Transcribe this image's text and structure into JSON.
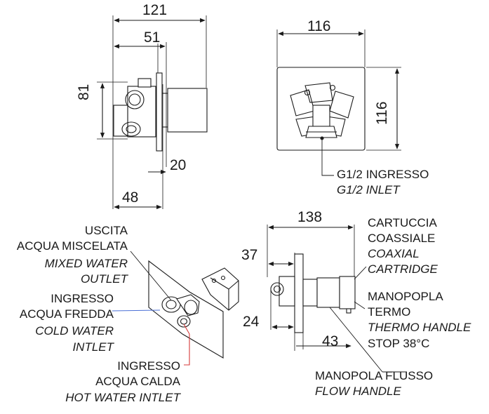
{
  "dimensions": {
    "side_total_width": "121",
    "side_body_width": "51",
    "side_height": "81",
    "side_plate_offset": "20",
    "side_depth": "48",
    "front_width": "116",
    "front_height": "116",
    "install_total_width": "138",
    "install_wall_offset": "37",
    "install_height": "24",
    "install_handle": "43"
  },
  "labels": {
    "inlet": {
      "it": "G1/2 INGRESSO",
      "en": "G1/2 INLET"
    },
    "mixed_outlet": {
      "it_line1": "USCITA",
      "it_line2": "ACQUA MISCELATA",
      "en_line1": "MIXED WATER",
      "en_line2": "OUTLET"
    },
    "cold_inlet": {
      "it_line1": "INGRESSO",
      "it_line2": "ACQUA FREDDA",
      "en_line1": "COLD WATER",
      "en_line2": "INTLET"
    },
    "hot_inlet": {
      "it_line1": "INGRESSO",
      "it_line2": "ACQUA CALDA",
      "en_line1": "HOT WATER INTLET"
    },
    "cartridge": {
      "it_line1": "CARTUCCIA",
      "it_line2": "COASSIALE",
      "en_line1": "COAXIAL",
      "en_line2": "CARTRIDGE"
    },
    "thermo_handle": {
      "it_line1": "MANOPOPLA",
      "it_line2": "TERMO",
      "en_line1": "THERMO HANDLE",
      "en_line2": "STOP 38°C"
    },
    "flow_handle": {
      "it": "MANOPOLA FLUSSO",
      "en": "FLOW HANDLE"
    }
  },
  "colors": {
    "line": "#1a1a1a",
    "cold_leader": "#4a6fd6",
    "hot_leader": "#d63a3a"
  }
}
